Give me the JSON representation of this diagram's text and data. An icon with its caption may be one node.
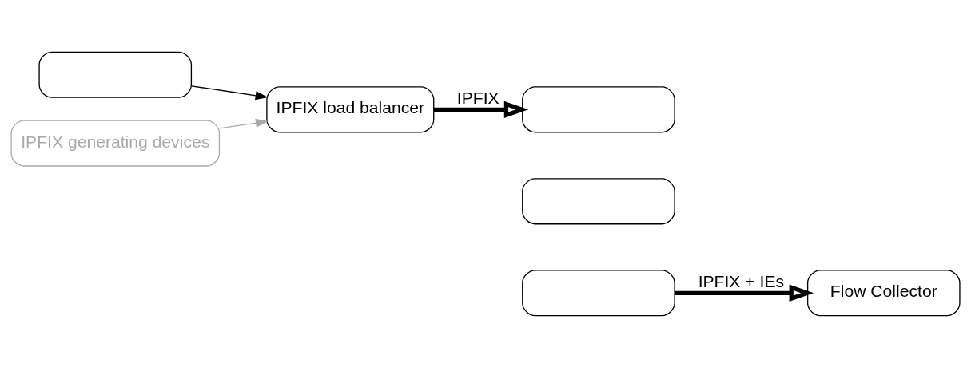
{
  "diagram": {
    "nodes": [
      {
        "text": [],
        "shape": "box"
      },
      {
        "text": [
          "IPFIX load balancer"
        ]
      },
      {
        "text": [
          "IPFIX generating devices"
        ]
      },
      {
        "text": [],
        "shape": "box"
      },
      {
        "text": [],
        "shape": "box"
      },
      {
        "text": [],
        "shape": "box"
      },
      {
        "text": [
          "Flow Collector"
        ]
      }
    ],
    "edges": [
      {
        "from": 0,
        "to": 1,
        "arrow": "to"
      },
      {
        "from": 2,
        "to": 1,
        "arrow": "to",
        "color": "#aaaaaa"
      },
      {
        "from": 1,
        "to": 3,
        "arrow": "to",
        "label": "IPFIX",
        "style": "thick"
      },
      {
        "from": 5,
        "to": 6,
        "arrow": "to",
        "label": "IPFIX + IEs",
        "style": "thick"
      }
    ]
  }
}
